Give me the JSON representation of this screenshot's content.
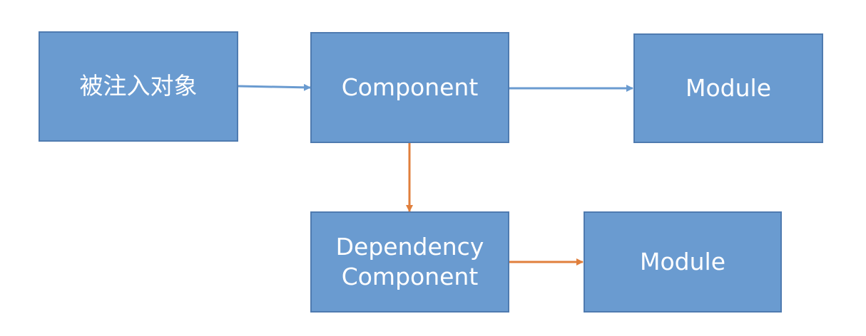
{
  "nodes": {
    "injected_object": {
      "label": "被注入对象"
    },
    "component": {
      "label": "Component"
    },
    "module_top": {
      "label": "Module"
    },
    "dependency_component": {
      "line1": "Dependency",
      "line2": "Component"
    },
    "module_bottom": {
      "label": "Module"
    }
  },
  "colors": {
    "box_fill": "#6a9bd0",
    "box_border": "#4f7bb0",
    "box_text": "#ffffff",
    "arrow_blue": "#6a9bd0",
    "arrow_orange": "#e07f3c"
  }
}
